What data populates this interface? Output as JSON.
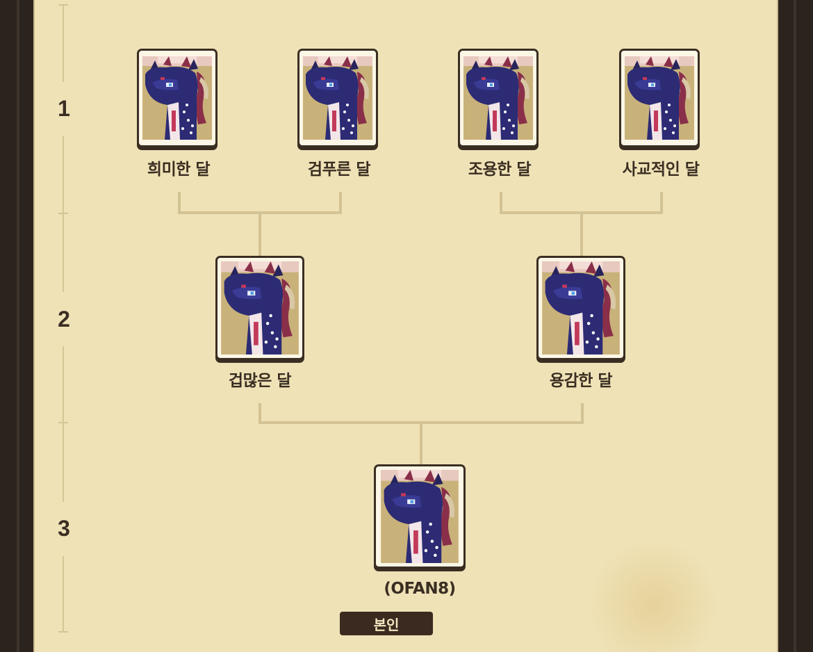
{
  "generations": [
    "1",
    "2",
    "3"
  ],
  "ancestors": {
    "gen1": [
      "희미한 달",
      "검푸른 달",
      "조용한 달",
      "사교적인 달"
    ],
    "gen2": [
      "겁많은 달",
      "용감한 달"
    ],
    "self": "(OFAN8)"
  },
  "self_badge": "본인",
  "portrait": "dragon-portrait",
  "colors": {
    "panel_bg": "#efe2b7",
    "frame": "#2b231d",
    "card_border": "#3a2e22",
    "connector": "#d3c293",
    "badge_bg": "#3a2a1f"
  }
}
